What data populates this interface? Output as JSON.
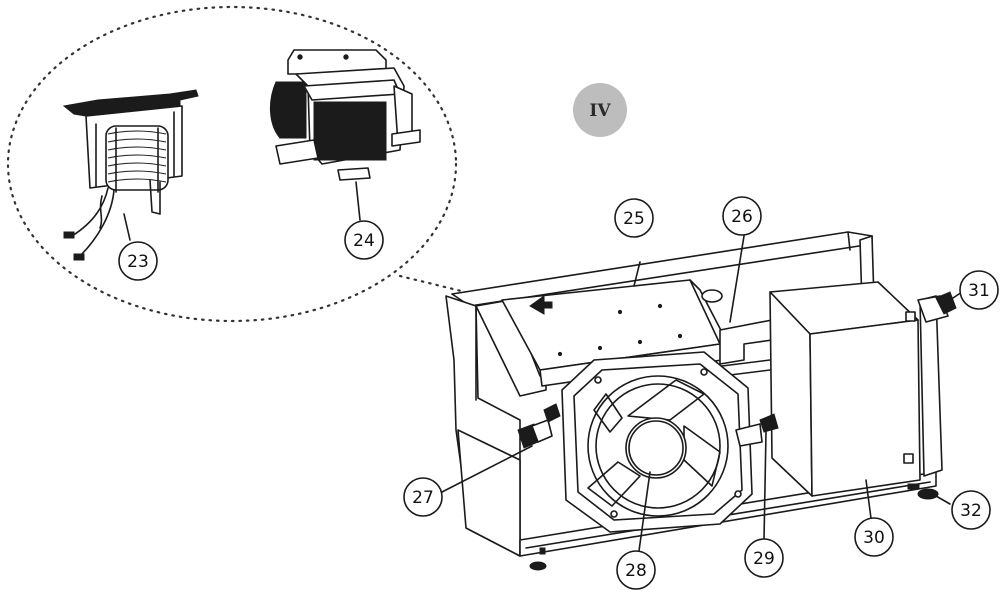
{
  "section_badge": {
    "label": "IV",
    "color": "#bdbdbd"
  },
  "callouts": [
    {
      "id": "23",
      "label": "23"
    },
    {
      "id": "24",
      "label": "24"
    },
    {
      "id": "25",
      "label": "25"
    },
    {
      "id": "26",
      "label": "26"
    },
    {
      "id": "27",
      "label": "27"
    },
    {
      "id": "28",
      "label": "28"
    },
    {
      "id": "29",
      "label": "29"
    },
    {
      "id": "30",
      "label": "30"
    },
    {
      "id": "31",
      "label": "31"
    },
    {
      "id": "32",
      "label": "32"
    }
  ]
}
